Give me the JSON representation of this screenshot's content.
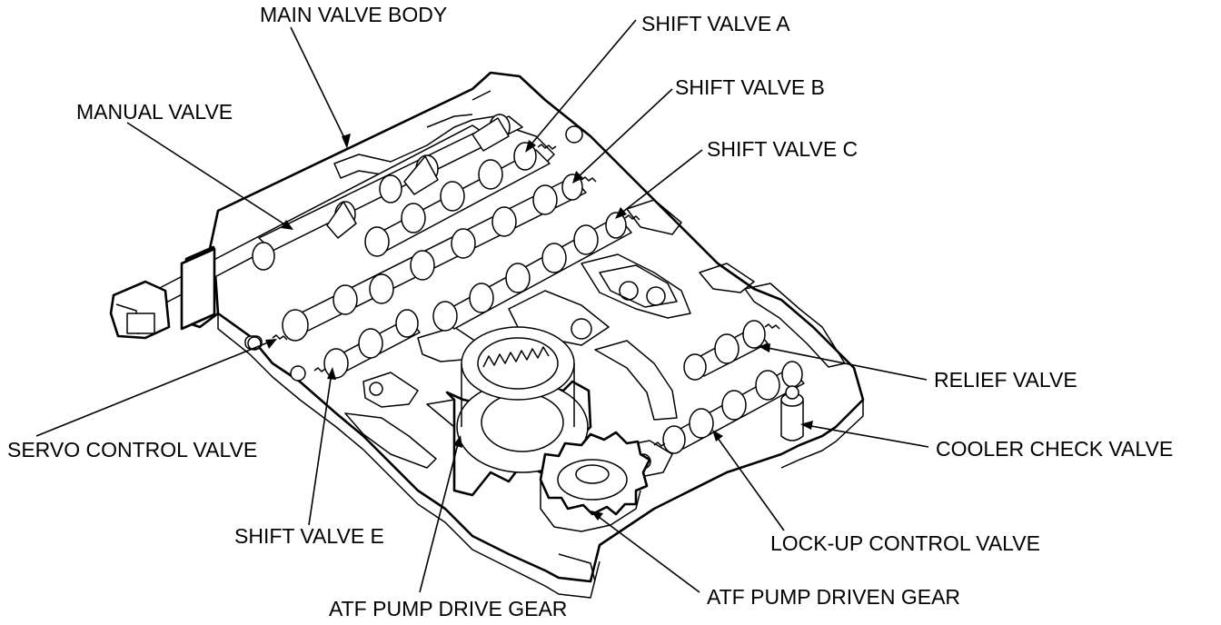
{
  "labels": {
    "main_valve_body": "MAIN VALVE BODY",
    "shift_valve_a": "SHIFT VALVE A",
    "shift_valve_b": "SHIFT VALVE B",
    "shift_valve_c": "SHIFT VALVE C",
    "manual_valve": "MANUAL VALVE",
    "relief_valve": "RELIEF VALVE",
    "cooler_check_valve": "COOLER CHECK VALVE",
    "servo_control_valve": "SERVO CONTROL VALVE",
    "shift_valve_e": "SHIFT VALVE E",
    "lock_up_control_valve": "LOCK-UP CONTROL VALVE",
    "atf_pump_drive_gear": "ATF PUMP DRIVE GEAR",
    "atf_pump_driven_gear": "ATF PUMP DRIVEN GEAR"
  }
}
